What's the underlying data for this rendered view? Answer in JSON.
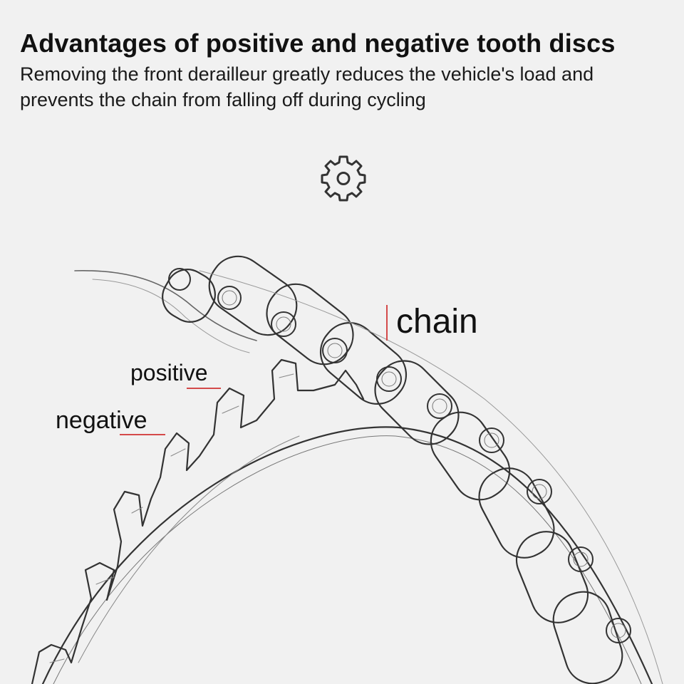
{
  "header": {
    "title": "Advantages of positive and negative tooth discs",
    "subtitle": "Removing the front derailleur greatly reduces the vehicle's load and prevents the chain from falling off during cycling"
  },
  "icons": {
    "gear": "gear-icon"
  },
  "labels": {
    "chain": "chain",
    "positive": "positive",
    "negative": "negative"
  },
  "colors": {
    "background": "#f1f1f1",
    "line": "#333333",
    "pointer": "#d44a4a"
  }
}
